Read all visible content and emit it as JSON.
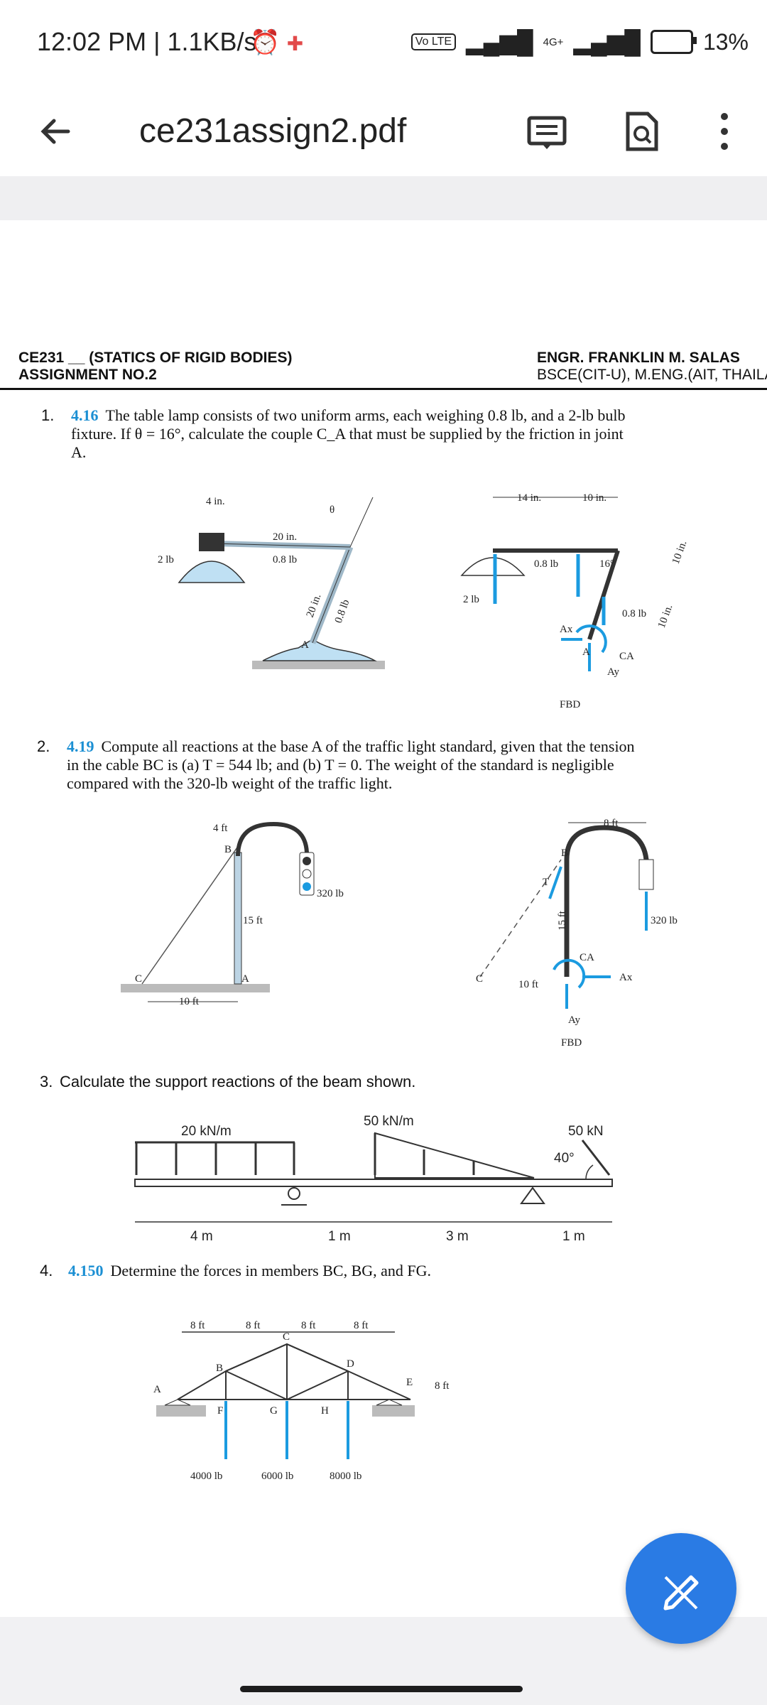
{
  "status_bar": {
    "time_speed": "12:02 PM | 1.1KB/s",
    "network_badge": "Vo LTE",
    "network_type": "4G+",
    "battery": "13%"
  },
  "app_bar": {
    "title": "ce231assign2.pdf",
    "icons": [
      "back-arrow-icon",
      "reading-mode-icon",
      "search-document-icon",
      "more-vert-icon"
    ]
  },
  "document": {
    "header": {
      "course": "CE231 __ (STATICS OF RIGID BODIES)",
      "assignment": "ASSIGNMENT NO.2",
      "instructor": "ENGR. FRANKLIN M. SALAS",
      "credentials": "BSCE(CIT-U), M.ENG.(AIT, THAILAND)"
    },
    "q1": {
      "num": "1.",
      "ref": "4.16",
      "text": "The table lamp consists of two uniform arms, each weighing 0.8 lb, and a 2-lb bulb fixture. If θ = 16°, calculate the couple C_A that must be supplied by the friction in joint A.",
      "fig_left": {
        "l1": "4 in.",
        "l2": "20 in.",
        "l3": "0.8 lb",
        "l4": "2 lb",
        "l5": "20 in.",
        "l6": "0.8 lb",
        "l7": "θ",
        "l8": "A"
      },
      "fig_right": {
        "l1": "14 in.",
        "l2": "10 in.",
        "l3": "0.8 lb",
        "l4": "16°",
        "l5": "2 lb",
        "l6": "0.8 lb",
        "l7": "10 in.",
        "l8": "10 in.",
        "l9": "Ax",
        "l10": "Ay",
        "l11": "A",
        "l12": "CA",
        "l13": "FBD"
      }
    },
    "q2": {
      "num": "2.",
      "ref": "4.19",
      "text": "Compute all reactions at the base A of the traffic light standard, given that the tension in the cable BC is (a) T = 544 lb; and (b) T = 0. The weight of the standard is negligible compared with the 320-lb weight of the traffic light.",
      "fig_left": {
        "l1": "4 ft",
        "l2": "B",
        "l3": "320 lb",
        "l4": "15 ft",
        "l5": "C",
        "l6": "A",
        "l7": "10 ft"
      },
      "fig_right": {
        "l1": "8 ft",
        "l2": "B",
        "l3": "T",
        "l4": "320 lb",
        "l5": "15 ft",
        "l6": "CA",
        "l7": "Ax",
        "l8": "C",
        "l9": "10 ft",
        "l10": "Ay",
        "l11": "FBD"
      }
    },
    "q3": {
      "num": "3.",
      "text": "Calculate the support reactions of the beam shown.",
      "fig": {
        "l1": "20 kN/m",
        "l2": "50 kN/m",
        "l3": "50 kN",
        "l4": "40°",
        "l5": "4 m",
        "l6": "1 m",
        "l7": "3 m",
        "l8": "1 m"
      }
    },
    "q4": {
      "num": "4.",
      "ref": "4.150",
      "text": "Determine the forces in members BC, BG, and FG.",
      "fig": {
        "l1": "8 ft",
        "l2": "8 ft",
        "l3": "8 ft",
        "l4": "8 ft",
        "l5": "8 ft",
        "l6": "A",
        "l7": "B",
        "l8": "C",
        "l9": "D",
        "l10": "E",
        "l11": "F",
        "l12": "G",
        "l13": "H",
        "l14": "4000 lb",
        "l15": "6000 lb",
        "l16": "8000 lb"
      }
    }
  },
  "fab": {
    "icon": "edit-pen-icon"
  },
  "colors": {
    "accent": "#2a7be4",
    "figure_blue": "#1b9be0",
    "ref_blue": "#1b8fd3"
  }
}
